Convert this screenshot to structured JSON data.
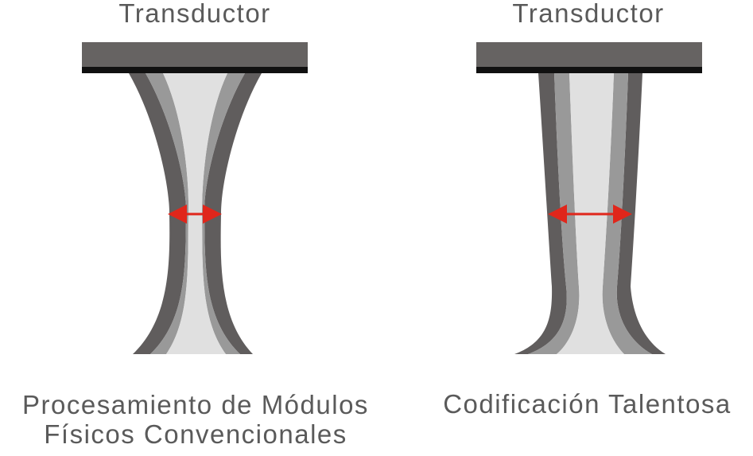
{
  "diagrams": {
    "left": {
      "top_label": "Transductor",
      "bottom_label_lines": [
        "Procesamiento de Módulos",
        "Físicos Convencionales"
      ]
    },
    "right": {
      "top_label": "Transductor",
      "bottom_label_lines": [
        "Codificación Talentosa"
      ]
    }
  },
  "colors": {
    "transducer_plate": "#666362",
    "transducer_base": "#111111",
    "outer_wall": "#605d5d",
    "inner_wall": "#999999",
    "core": "#e0e0e0",
    "arrow": "#e0261b",
    "text": "#5a5a5a"
  }
}
